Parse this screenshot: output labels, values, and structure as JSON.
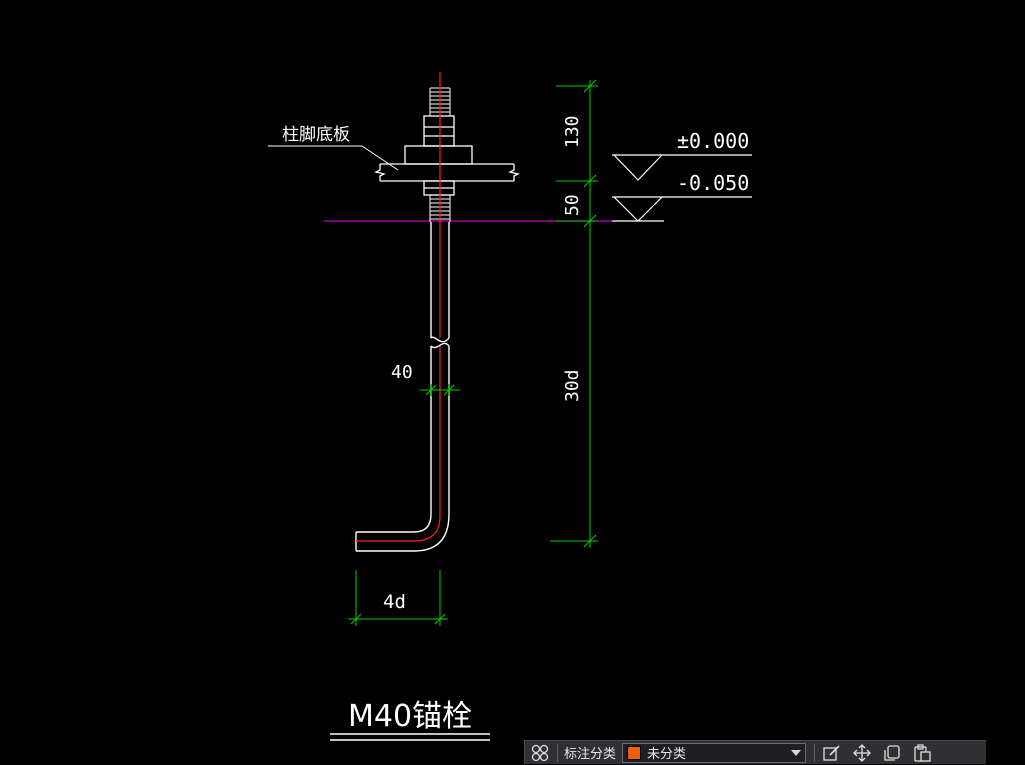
{
  "drawing": {
    "plate_label": "柱脚底板",
    "dim_top": "130",
    "dim_mid": "50",
    "dim_long": "30d",
    "dim_dia": "40",
    "dim_hook": "4d",
    "elev_1": "±0.000",
    "elev_2": "-0.050",
    "title": "M40锚栓"
  },
  "toolbar": {
    "category_label": "标注分类",
    "category_value": "未分类"
  },
  "colors": {
    "background": "#000000",
    "line_white": "#ffffff",
    "center_red": "#ff2020",
    "dimension_green": "#00d000",
    "ground_magenta": "#c000c0",
    "swatch_orange": "#f06010"
  },
  "icons": [
    "dimension-category-icon",
    "edit-icon",
    "move-icon",
    "copy-icon",
    "paste-icon"
  ]
}
